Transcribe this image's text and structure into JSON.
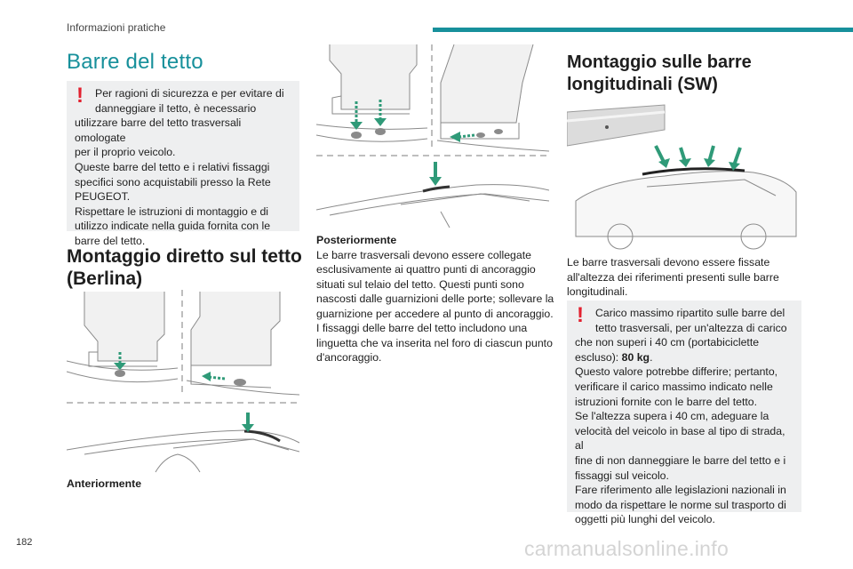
{
  "header": {
    "section": "Informazioni pratiche"
  },
  "page": {
    "number": "182",
    "watermark": "carmanualsonline.info"
  },
  "colors": {
    "accent": "#17909b",
    "warning": "#e2202f",
    "box": "#eeeff0",
    "arrow": "#2f9a78"
  },
  "col1": {
    "title": "Barre del tetto",
    "warning": {
      "icon": "exclamation-icon",
      "mark": "!",
      "lines": [
        "Per ragioni di sicurezza e per evitare di",
        "danneggiare il tetto, è necessario",
        "utilizzare barre del tetto trasversali omologate",
        "per il proprio veicolo.",
        "Queste barre del tetto e i relativi fissaggi",
        "specifici sono acquistabili presso la Rete",
        "PEUGEOT.",
        "Rispettare le istruzioni di montaggio e di",
        "utilizzo indicate nella guida fornita con le",
        "barre del tetto."
      ]
    },
    "heading": [
      "Montaggio diretto sul tetto",
      "(Berlina)"
    ],
    "caption": "Anteriormente"
  },
  "col2": {
    "caption_title": "Posteriormente",
    "lines": [
      "Le barre trasversali devono essere collegate",
      "esclusivamente ai quattro punti di ancoraggio",
      "situati sul telaio del tetto. Questi punti sono",
      "nascosti dalle guarnizioni delle porte; sollevare la",
      "guarnizione per accedere al punto di ancoraggio.",
      "I fissaggi delle barre del tetto includono una",
      "linguetta che va inserita nel foro di ciascun punto",
      "d'ancoraggio."
    ]
  },
  "col3": {
    "heading": [
      "Montaggio sulle barre",
      "longitudinali (SW)"
    ],
    "intro": [
      "Le barre trasversali devono essere fissate",
      "all'altezza dei riferimenti presenti sulle barre",
      "longitudinali."
    ],
    "warning": {
      "icon": "exclamation-icon",
      "mark": "!",
      "lines_before": [
        "Carico massimo ripartito sulle barre del",
        "tetto trasversali, per un'altezza di carico",
        "che non superi i 40 cm (portabiciclette"
      ],
      "escluso_prefix": "escluso): ",
      "load_value": "80 kg",
      "escluso_suffix": ".",
      "lines_after": [
        "Questo valore potrebbe differire; pertanto,",
        "verificare il carico massimo indicato nelle",
        "istruzioni fornite con le barre del tetto.",
        "Se l'altezza supera i 40 cm, adeguare la",
        "velocità del veicolo in base al tipo di strada, al",
        "fine di non danneggiare le barre del tetto e i",
        "fissaggi sul veicolo.",
        "Fare riferimento alle legislazioni nazionali in",
        "modo da rispettare le norme sul trasporto di",
        "oggetti più lunghi del veicolo."
      ]
    }
  }
}
